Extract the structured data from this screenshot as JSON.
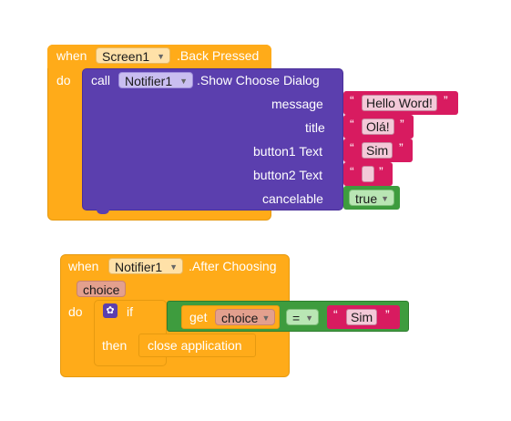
{
  "block1": {
    "when": "when",
    "component": "Screen1",
    "event": ".Back Pressed",
    "do": "do",
    "call": "call",
    "call_component": "Notifier1",
    "method": ".Show Choose Dialog",
    "params": {
      "message": "message",
      "title": "title",
      "button1": "button1 Text",
      "button2": "button2 Text",
      "cancelable": "cancelable"
    },
    "values": {
      "message": "Hello Word!",
      "title": "Olá!",
      "button1": "Sim",
      "button2": "",
      "cancelable": "true"
    }
  },
  "block2": {
    "when": "when",
    "component": "Notifier1",
    "event": ".After Choosing",
    "param": "choice",
    "do": "do",
    "if": "if",
    "then": "then",
    "get": "get",
    "get_var": "choice",
    "op": "=",
    "compare_value": "Sim",
    "action": "close application"
  },
  "quote_open": "“",
  "quote_close": "”",
  "colors": {
    "event_orange": "#FFAB19",
    "call_purple": "#5B3FAE",
    "text_pink": "#D81B60",
    "logic_green": "#3E9C3E"
  }
}
